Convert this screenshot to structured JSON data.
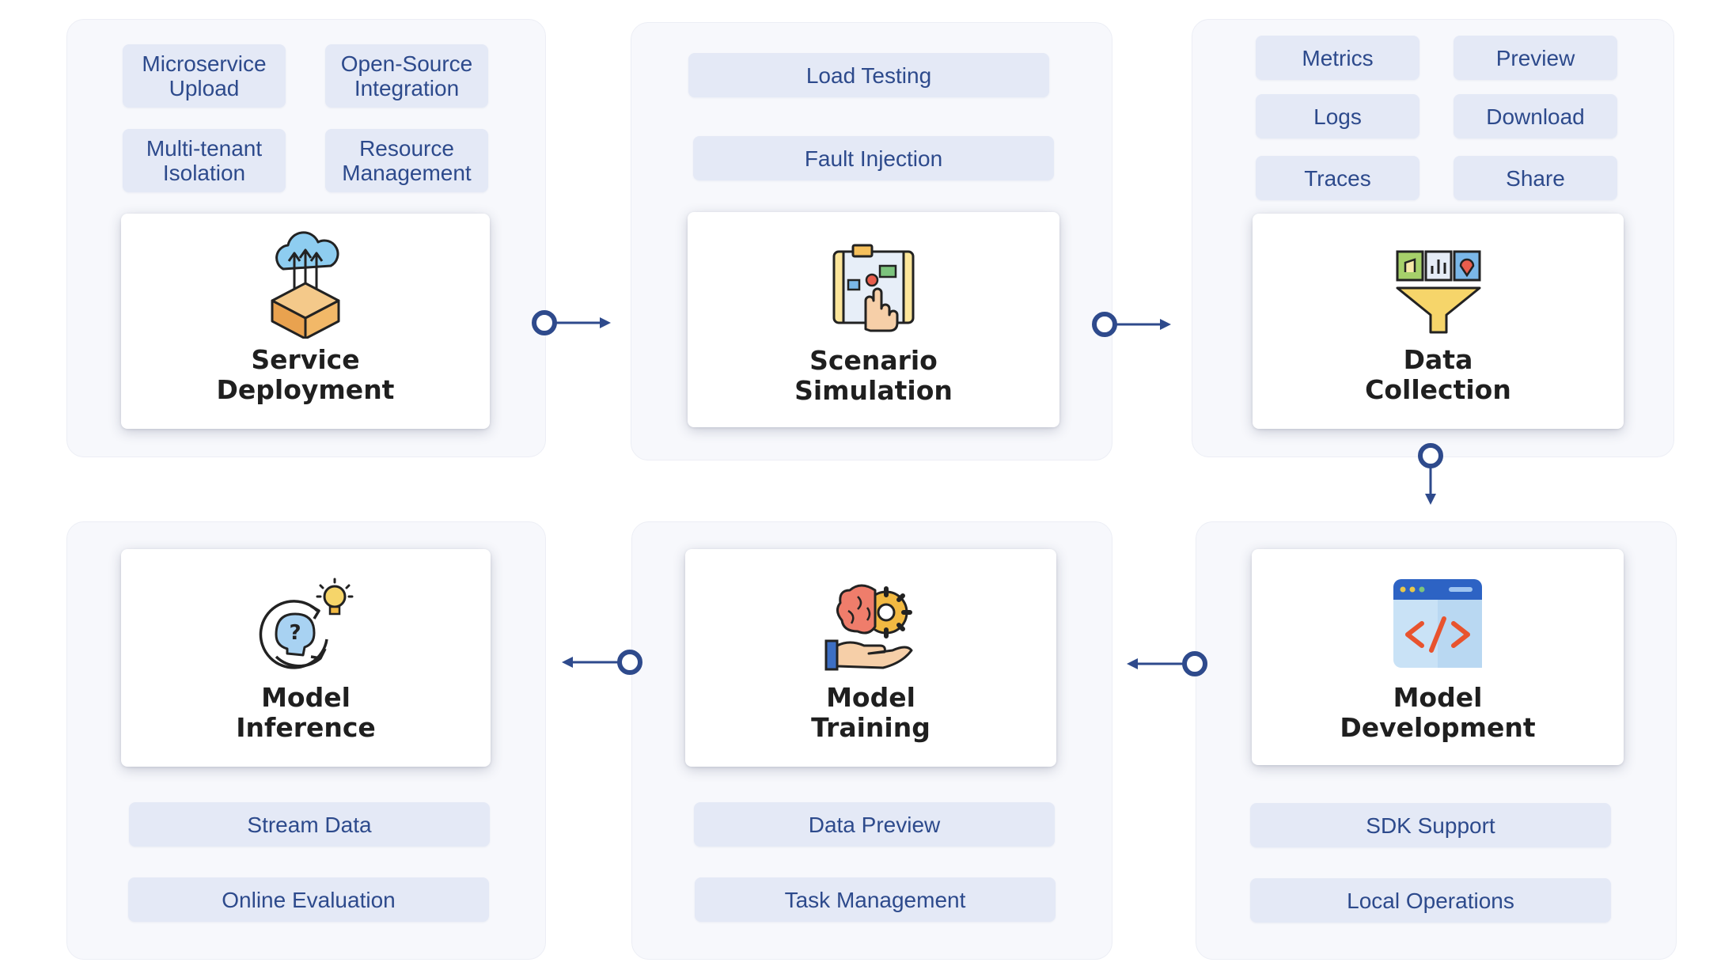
{
  "stages": [
    {
      "id": "service-deployment",
      "title": "Service\nDeployment",
      "icon": "cloud-box-icon",
      "tags": [
        "Microservice\nUpload",
        "Open-Source\nIntegration",
        "Multi-tenant\nIsolation",
        "Resource\nManagement"
      ]
    },
    {
      "id": "scenario-simulation",
      "title": "Scenario\nSimulation",
      "icon": "touch-screen-icon",
      "tags": [
        "Load Testing",
        "Fault Injection"
      ]
    },
    {
      "id": "data-collection",
      "title": "Data\nCollection",
      "icon": "data-funnel-icon",
      "tags": [
        "Metrics",
        "Preview",
        "Logs",
        "Download",
        "Traces",
        "Share"
      ]
    },
    {
      "id": "model-development",
      "title": "Model\nDevelopment",
      "icon": "code-window-icon",
      "tags": [
        "SDK Support",
        "Local Operations"
      ]
    },
    {
      "id": "model-training",
      "title": "Model\nTraining",
      "icon": "brain-gear-icon",
      "tags": [
        "Data Preview",
        "Task Management"
      ]
    },
    {
      "id": "model-inference",
      "title": "Model\nInference",
      "icon": "head-lightbulb-icon",
      "tags": [
        "Stream Data",
        "Online Evaluation"
      ]
    }
  ],
  "colors": {
    "panel": "#f7f8fc",
    "tag": "#e4e9f6",
    "tag_text": "#2d4a8c",
    "connector": "#2e4a8c"
  }
}
